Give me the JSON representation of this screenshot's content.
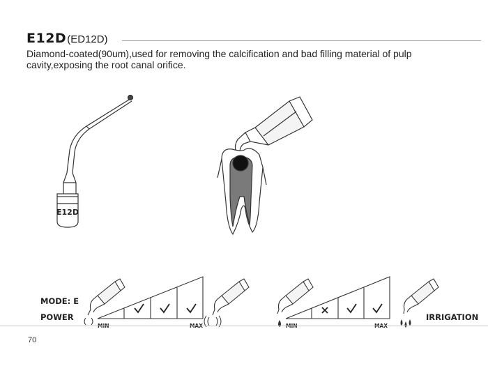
{
  "heading": {
    "model": "E12D",
    "alt_model": "(ED12D)",
    "description": "Diamond-coated(90um),used for removing the calcification and bad filling material of pulp cavity,exposing the root canal orifice."
  },
  "tip_label": "E12D",
  "settings": {
    "mode_label": "MODE: E",
    "power_label": "POWER",
    "irrigation_label": "IRRIGATION",
    "power_scale": {
      "min_label": "MIN",
      "max_label": "MAX",
      "marks": [
        "",
        "check",
        "check",
        "check"
      ]
    },
    "irrigation_scale": {
      "min_label": "MIN",
      "max_label": "MAX",
      "marks": [
        "",
        "cross",
        "check",
        "check"
      ]
    }
  },
  "page_number": "70",
  "icons": [
    "scaler-tip-icon",
    "handpiece-icon",
    "tooth-icon",
    "vibration-icon",
    "water-drop-icon",
    "check-icon",
    "cross-icon"
  ]
}
